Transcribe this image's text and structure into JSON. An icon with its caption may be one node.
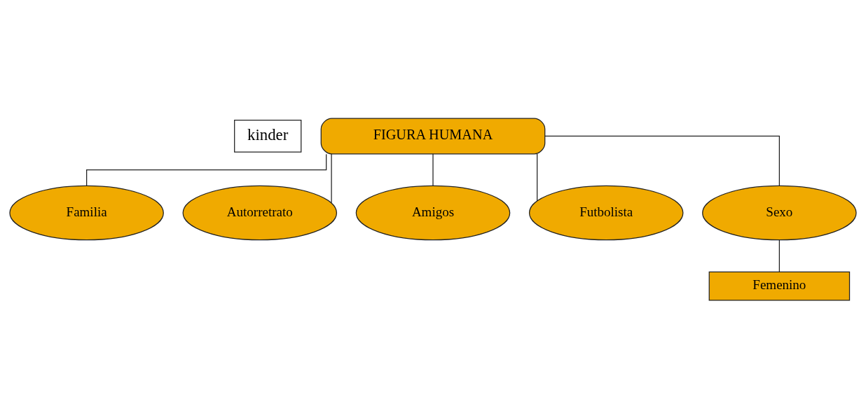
{
  "diagram": {
    "nodes": [
      {
        "text": [
          "kinder"
        ]
      },
      {
        "text": [
          "FIGURA HUMANA"
        ]
      },
      {
        "text": [
          "Familia"
        ]
      },
      {
        "text": [
          "Autorretrato"
        ]
      },
      {
        "text": [
          "Amigos"
        ]
      },
      {
        "text": [
          "Futbolista"
        ]
      },
      {
        "text": [
          "Sexo"
        ]
      },
      {
        "text": [
          "Femenino"
        ]
      }
    ],
    "edges": [
      {
        "from": 1,
        "to": 2,
        "arrow": "none"
      },
      {
        "from": 1,
        "to": 3,
        "arrow": "none"
      },
      {
        "from": 1,
        "to": 4,
        "arrow": "none"
      },
      {
        "from": 1,
        "to": 5,
        "arrow": "none"
      },
      {
        "from": 1,
        "to": 6,
        "arrow": "none"
      },
      {
        "from": 6,
        "to": 7,
        "arrow": "none"
      }
    ]
  }
}
